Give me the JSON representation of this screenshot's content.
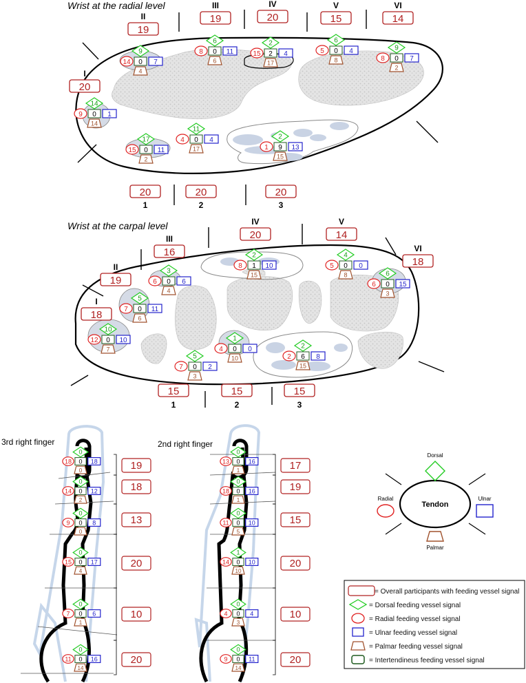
{
  "colors": {
    "overall": "#b02020",
    "dorsal": "#22cc22",
    "radial": "#e02020",
    "ulnar": "#2222cc",
    "palmar": "#a0522d",
    "intertendineus": "#1f5a1f",
    "tendon_fill": "#c9d3e4",
    "bone_fill": "#d9d9d9",
    "finger_outline": "#c6d6ea"
  },
  "radial": {
    "title": "Wrist at the radial level",
    "compartments": [
      {
        "label": "I",
        "value": "20"
      },
      {
        "label": "II",
        "value": "19"
      },
      {
        "label": "III",
        "value": "19"
      },
      {
        "label": "IV",
        "value": "20"
      },
      {
        "label": "V",
        "value": "15"
      },
      {
        "label": "VI",
        "value": "14"
      }
    ],
    "bottom": [
      {
        "label": "1",
        "value": "20"
      },
      {
        "label": "2",
        "value": "20"
      },
      {
        "label": "3",
        "value": "20"
      }
    ],
    "clusters": [
      {
        "id": "c1",
        "d": "9",
        "c": "0",
        "u": "7",
        "r": "14",
        "p": "4"
      },
      {
        "id": "c2",
        "d": "6",
        "c": "0",
        "u": "11",
        "r": "8",
        "p": "6"
      },
      {
        "id": "c3",
        "d": "2",
        "c": "2",
        "u": "4",
        "r": "15",
        "p": "17"
      },
      {
        "id": "c4",
        "d": "6",
        "c": "0",
        "u": "4",
        "r": "5",
        "p": "8"
      },
      {
        "id": "c5",
        "d": "9",
        "c": "0",
        "u": "7",
        "r": "8",
        "p": "2"
      },
      {
        "id": "c6",
        "d": "14",
        "c": "0",
        "u": "1",
        "r": "9",
        "p": "14"
      },
      {
        "id": "c7",
        "d": "11",
        "c": "0",
        "u": "4",
        "r": "4",
        "p": "17"
      },
      {
        "id": "c8",
        "d": "17",
        "c": "0",
        "u": "11",
        "r": "15",
        "p": "2"
      },
      {
        "id": "c9",
        "d": "2",
        "c": "9",
        "u": "13",
        "r": "1",
        "p": "15"
      }
    ]
  },
  "carpal": {
    "title": "Wrist at the carpal level",
    "compartments": [
      {
        "label": "I",
        "value": "18"
      },
      {
        "label": "II",
        "value": "19"
      },
      {
        "label": "III",
        "value": "16"
      },
      {
        "label": "IV",
        "value": "20"
      },
      {
        "label": "V",
        "value": "14"
      },
      {
        "label": "VI",
        "value": "18"
      }
    ],
    "bottom": [
      {
        "label": "1",
        "value": "15"
      },
      {
        "label": "2",
        "value": "15"
      },
      {
        "label": "3",
        "value": "15"
      }
    ],
    "clusters": [
      {
        "id": "k1",
        "d": "2",
        "c": "1",
        "u": "10",
        "r": "8",
        "p": "15"
      },
      {
        "id": "k2",
        "d": "4",
        "c": "0",
        "u": "0",
        "r": "5",
        "p": "8"
      },
      {
        "id": "k3",
        "d": "3",
        "c": "0",
        "u": "6",
        "r": "6",
        "p": "4"
      },
      {
        "id": "k4",
        "d": "6",
        "c": "0",
        "u": "15",
        "r": "6",
        "p": "3"
      },
      {
        "id": "k5",
        "d": "5",
        "c": "0",
        "u": "11",
        "r": "7",
        "p": "6"
      },
      {
        "id": "k6",
        "d": "10",
        "c": "0",
        "u": "10",
        "r": "12",
        "p": "7"
      },
      {
        "id": "k7",
        "d": "1",
        "c": "0",
        "u": "0",
        "r": "4",
        "p": "10"
      },
      {
        "id": "k8",
        "d": "2",
        "c": "6",
        "u": "8",
        "r": "2",
        "p": "15"
      },
      {
        "id": "k9",
        "d": "5",
        "c": "0",
        "u": "2",
        "r": "7",
        "p": "3"
      }
    ]
  },
  "fingers": [
    {
      "title": "3rd right finger",
      "levels": [
        {
          "d": "0",
          "c": "0",
          "u": "18",
          "r": "18",
          "p": "0",
          "total": "19"
        },
        {
          "d": "0",
          "c": "0",
          "u": "12",
          "r": "14",
          "p": "2",
          "total": "18"
        },
        {
          "d": "0",
          "c": "0",
          "u": "8",
          "r": "9",
          "p": "0",
          "total": "13"
        },
        {
          "d": "0",
          "c": "0",
          "u": "17",
          "r": "15",
          "p": "4",
          "total": "20"
        },
        {
          "d": "0",
          "c": "0",
          "u": "6",
          "r": "7",
          "p": "1",
          "total": "10"
        },
        {
          "d": "0",
          "c": "0",
          "u": "16",
          "r": "11",
          "p": "14",
          "total": "20"
        }
      ]
    },
    {
      "title": "2nd right finger",
      "levels": [
        {
          "d": "0",
          "c": "0",
          "u": "16",
          "r": "13",
          "p": "1",
          "total": "17"
        },
        {
          "d": "0",
          "c": "0",
          "u": "16",
          "r": "18",
          "p": "1",
          "total": "19"
        },
        {
          "d": "0",
          "c": "0",
          "u": "10",
          "r": "11",
          "p": "5",
          "total": "15"
        },
        {
          "d": "1",
          "c": "0",
          "u": "10",
          "r": "14",
          "p": "10",
          "total": "20"
        },
        {
          "d": "0",
          "c": "0",
          "u": "4",
          "r": "4",
          "p": "3",
          "total": "10"
        },
        {
          "d": "0",
          "c": "0",
          "u": "11",
          "r": "9",
          "p": "14",
          "total": "20"
        }
      ]
    }
  ],
  "schema": {
    "dorsal": "Dorsal",
    "radial": "Radial",
    "ulnar": "Ulnar",
    "palmar": "Palmar",
    "tendon": "Tendon"
  },
  "legend": [
    {
      "shape": "overall",
      "text": "= Overall participants with feeding vessel signal"
    },
    {
      "shape": "dorsal",
      "text": "= Dorsal feeding vessel signal"
    },
    {
      "shape": "radial",
      "text": "= Radial feeding vessel signal"
    },
    {
      "shape": "ulnar",
      "text": "= Ulnar feeding vessel signal"
    },
    {
      "shape": "palmar",
      "text": "= Palmar feeding vessel signal"
    },
    {
      "shape": "inter",
      "text": "= Intertendineus feeding vessel signal"
    }
  ]
}
